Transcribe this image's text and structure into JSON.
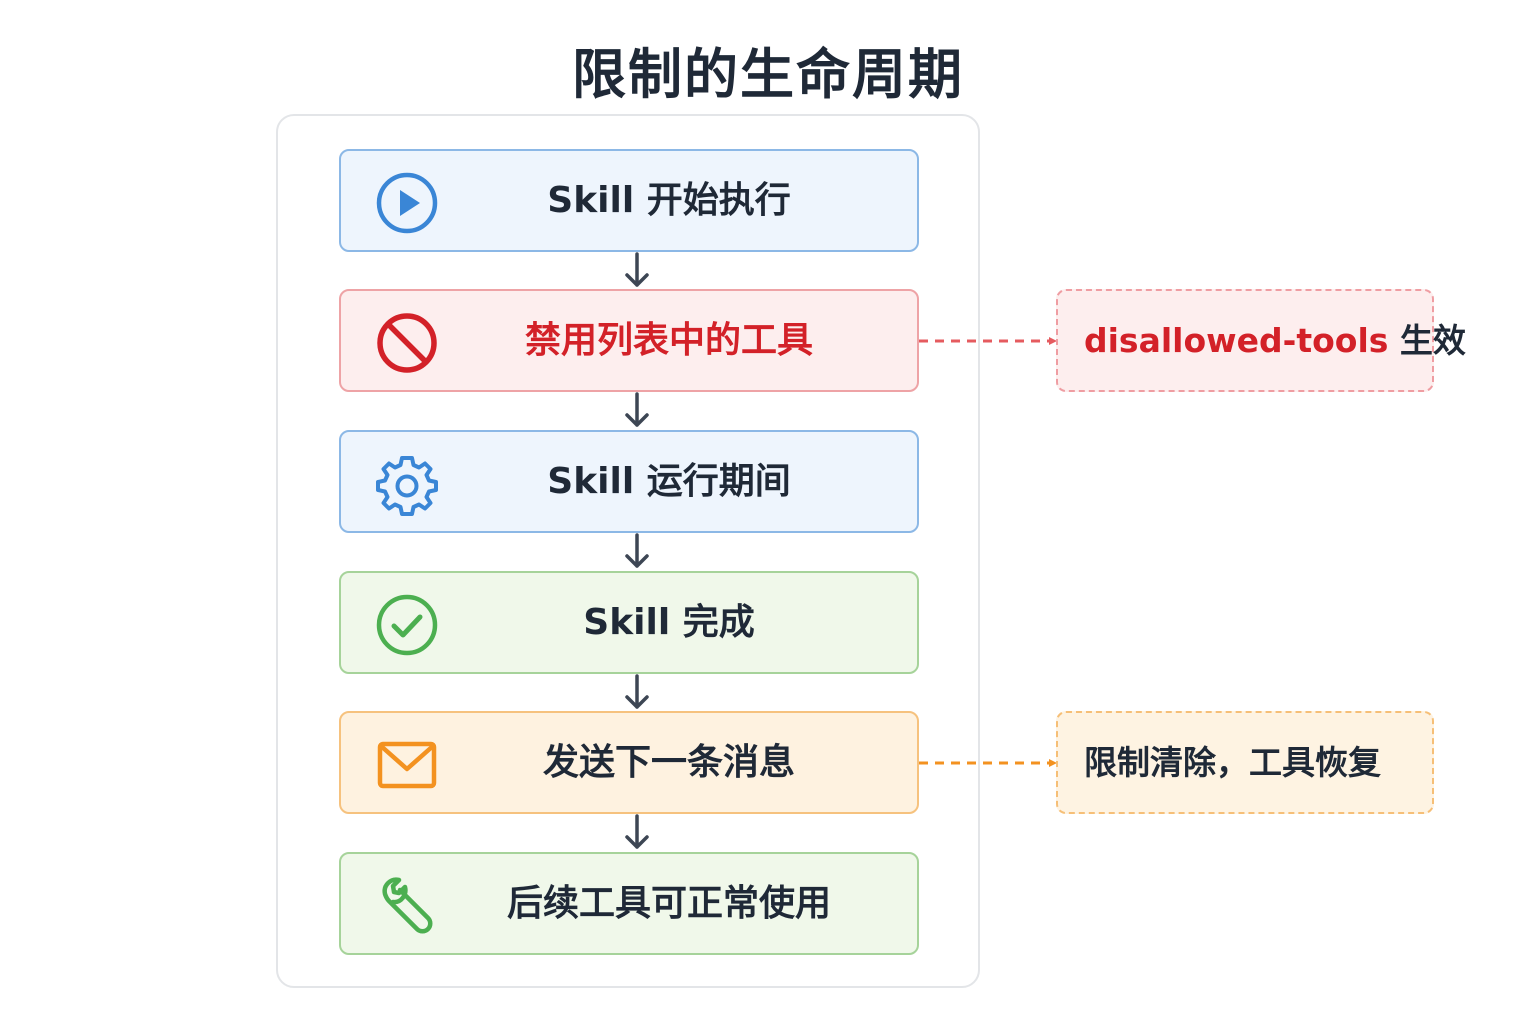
{
  "title": "限制的生命周期",
  "steps": [
    {
      "label": "Skill 开始执行",
      "icon": "play-icon",
      "color": "#3a86d6"
    },
    {
      "label": "禁用列表中的工具",
      "icon": "no-entry-icon",
      "color": "#d32128"
    },
    {
      "label": "Skill 运行期间",
      "icon": "gear-icon",
      "color": "#3a86d6"
    },
    {
      "label": "Skill 完成",
      "icon": "check-circle-icon",
      "color": "#4caf50"
    },
    {
      "label": "发送下一条消息",
      "icon": "envelope-icon",
      "color": "#f39220"
    },
    {
      "label": "后续工具可正常使用",
      "icon": "wrench-icon",
      "color": "#4caf50"
    }
  ],
  "notes": {
    "disallowed": {
      "accent": "disallowed-tools",
      "suffix": " 生效",
      "color": "#d32128"
    },
    "cleared": {
      "label": "限制清除，工具恢复",
      "color": "#f39220"
    }
  }
}
